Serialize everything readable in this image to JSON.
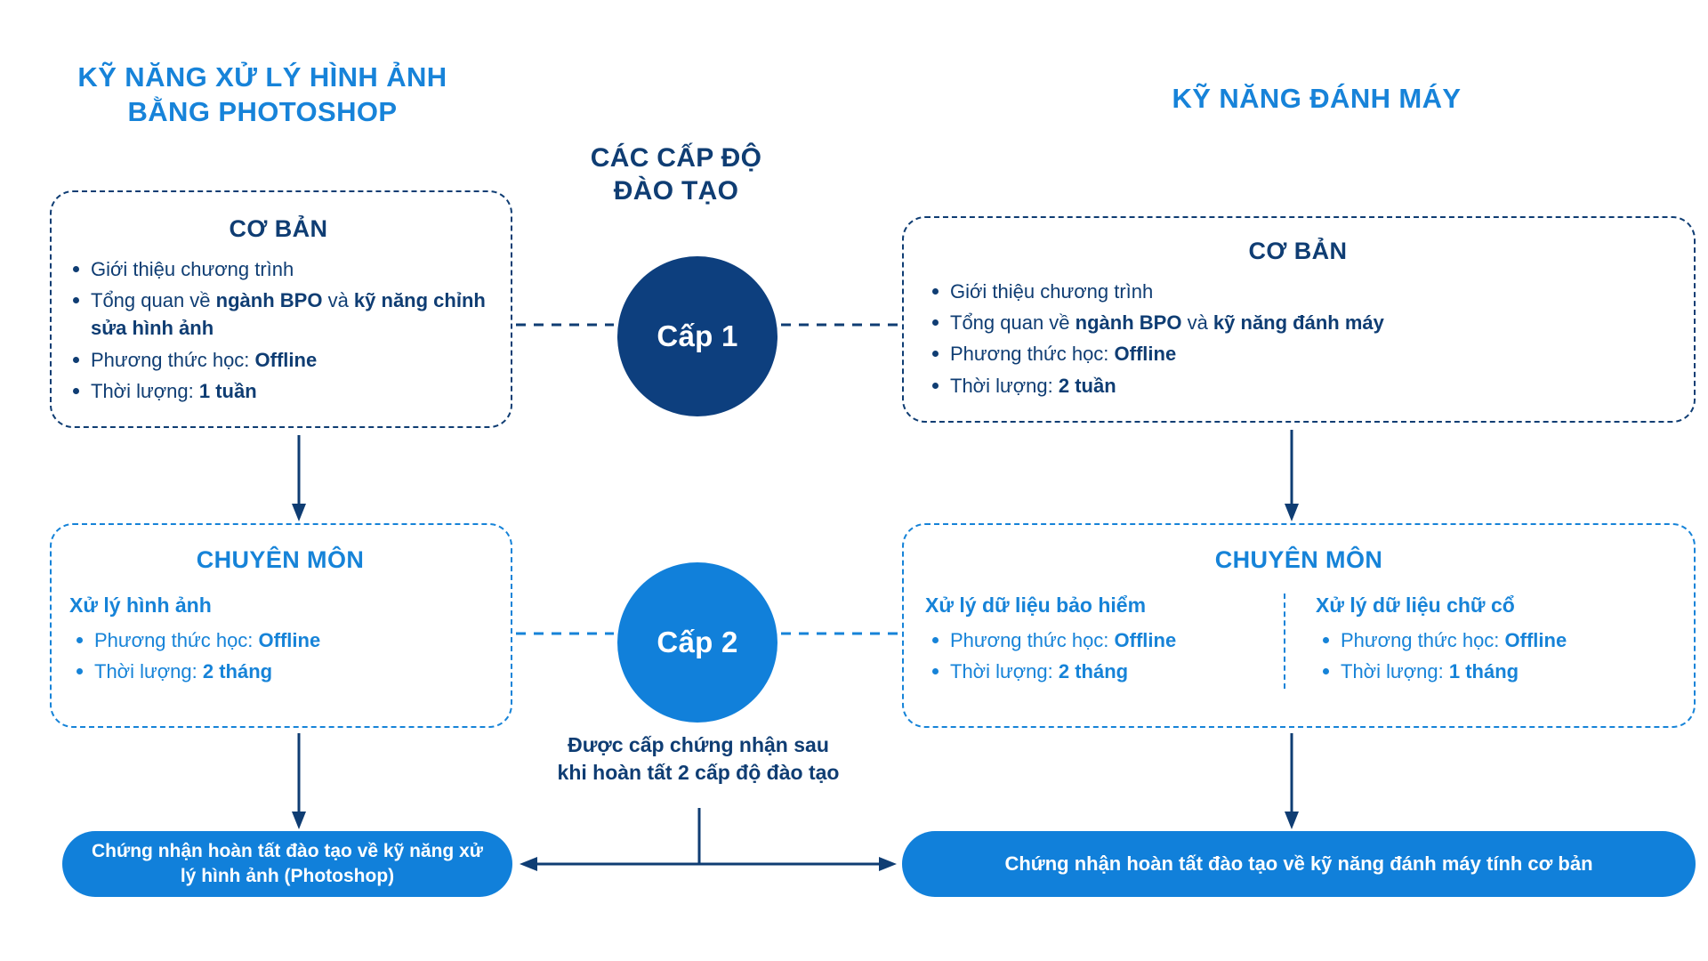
{
  "headings": {
    "left": "KỸ NĂNG XỬ LÝ HÌNH ẢNH BẰNG PHOTOSHOP",
    "left_line1": "KỸ NĂNG XỬ LÝ HÌNH ẢNH",
    "left_line2": "BẰNG PHOTOSHOP",
    "center_line1": "CÁC CẤP ĐỘ",
    "center_line2": "ĐÀO TẠO",
    "right": "KỸ NĂNG ĐÁNH MÁY"
  },
  "levels": {
    "level1_label": "Cấp 1",
    "level2_label": "Cấp 2",
    "certificate_note": "Được cấp chứng nhận sau khi hoàn tất 2 cấp độ đào tạo"
  },
  "left_track": {
    "basic": {
      "title": "CƠ BẢN",
      "bullets": [
        {
          "plain": "Giới thiệu chương trình"
        },
        {
          "prefix": "Tổng quan về ",
          "bold1": "ngành BPO",
          "middle": " và ",
          "bold2": "kỹ năng chỉnh sửa hình ảnh"
        },
        {
          "prefix": "Phương thức học: ",
          "bold1": "Offline"
        },
        {
          "prefix": "Thời lượng: ",
          "bold1": "1 tuần"
        }
      ]
    },
    "expert": {
      "title": "CHUYÊN MÔN",
      "subject": "Xử lý hình ảnh",
      "bullets": [
        {
          "prefix": "Phương thức học: ",
          "bold1": "Offline"
        },
        {
          "prefix": "Thời lượng: ",
          "bold1": "2 tháng"
        }
      ]
    },
    "certificate": "Chứng nhận hoàn tất đào tạo về kỹ năng xử lý hình ảnh (Photoshop)"
  },
  "right_track": {
    "basic": {
      "title": "CƠ BẢN",
      "bullets": [
        {
          "plain": "Giới thiệu chương trình"
        },
        {
          "prefix": "Tổng quan về ",
          "bold1": "ngành BPO",
          "middle": " và ",
          "bold2": "kỹ năng đánh máy"
        },
        {
          "prefix": "Phương thức học: ",
          "bold1": "Offline"
        },
        {
          "prefix": "Thời lượng: ",
          "bold1": "2 tuần"
        }
      ]
    },
    "expert": {
      "title": "CHUYÊN MÔN",
      "columns": [
        {
          "subject": "Xử lý dữ liệu bảo hiểm",
          "bullets": [
            {
              "prefix": "Phương thức học: ",
              "bold1": "Offline"
            },
            {
              "prefix": "Thời lượng: ",
              "bold1": "2 tháng"
            }
          ]
        },
        {
          "subject": "Xử lý dữ liệu chữ cổ",
          "bullets": [
            {
              "prefix": "Phương thức học: ",
              "bold1": "Offline"
            },
            {
              "prefix": "Thời lượng: ",
              "bold1": "1 tháng"
            }
          ]
        }
      ]
    },
    "certificate": "Chứng nhận hoàn tất đào tạo về kỹ năng đánh máy tính cơ bản"
  },
  "colors": {
    "navy": "#0F3D73",
    "navy_deep": "#0D3F7E",
    "blue": "#1683D8",
    "blue_strong": "#1180DA",
    "background": "#FFFFFF"
  }
}
